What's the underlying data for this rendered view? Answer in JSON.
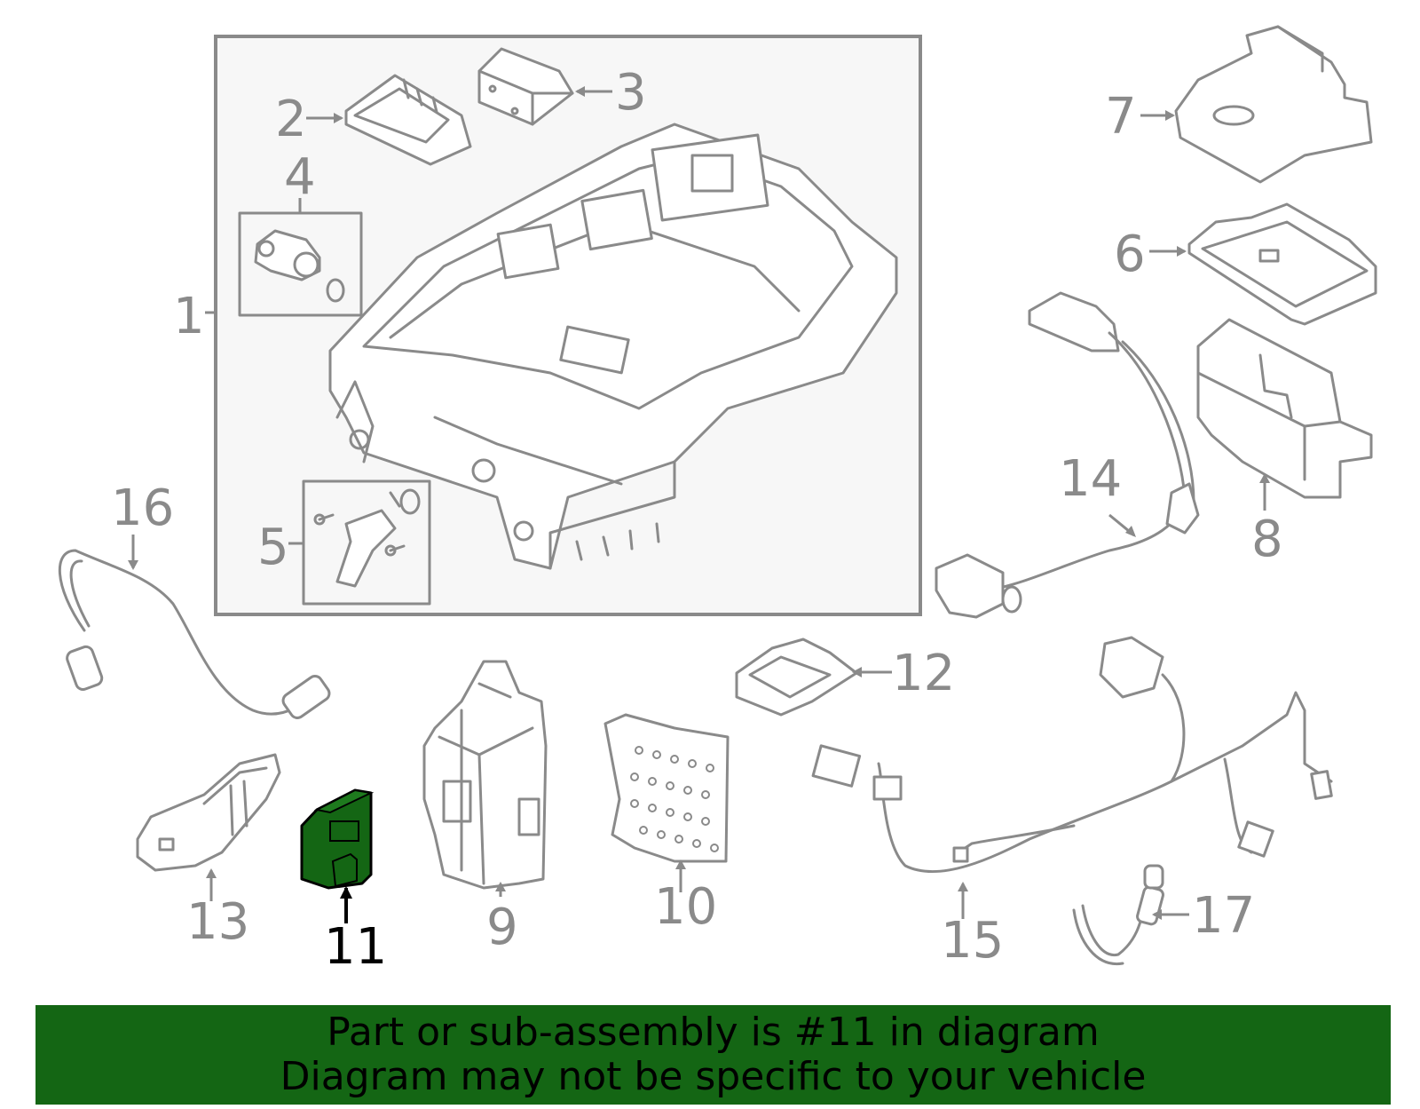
{
  "diagram": {
    "callouts": [
      {
        "id": "1",
        "text": "1"
      },
      {
        "id": "2",
        "text": "2"
      },
      {
        "id": "3",
        "text": "3"
      },
      {
        "id": "4",
        "text": "4"
      },
      {
        "id": "5",
        "text": "5"
      },
      {
        "id": "6",
        "text": "6"
      },
      {
        "id": "7",
        "text": "7"
      },
      {
        "id": "8",
        "text": "8"
      },
      {
        "id": "9",
        "text": "9"
      },
      {
        "id": "10",
        "text": "10"
      },
      {
        "id": "11",
        "text": "11"
      },
      {
        "id": "12",
        "text": "12"
      },
      {
        "id": "13",
        "text": "13"
      },
      {
        "id": "14",
        "text": "14"
      },
      {
        "id": "15",
        "text": "15"
      },
      {
        "id": "16",
        "text": "16"
      },
      {
        "id": "17",
        "text": "17"
      }
    ],
    "highlighted_part": "11",
    "highlight_color": "#146614",
    "line_color": "#8a8a8a"
  },
  "footer": {
    "line1": "Part or sub-assembly is #11 in diagram",
    "line2": "Diagram may not be specific to your vehicle",
    "background": "#146614"
  }
}
